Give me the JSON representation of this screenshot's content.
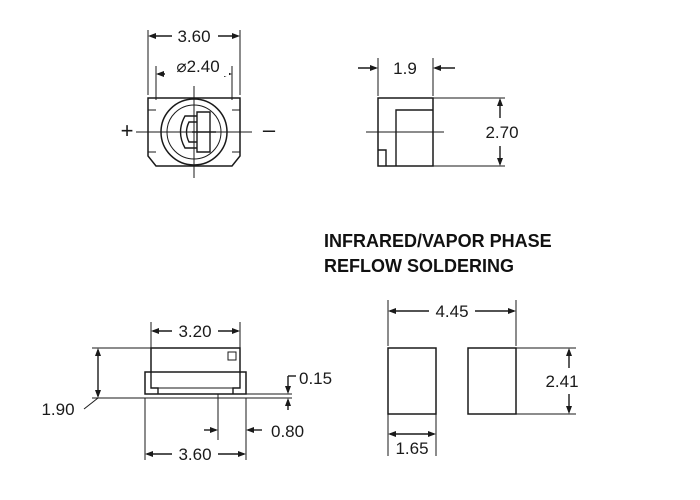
{
  "top_view": {
    "width_label": "3.60",
    "lens_diameter_label": "⌀2.40",
    "polarity_plus": "+",
    "polarity_minus": "–"
  },
  "side_view": {
    "depth_label": "1.9",
    "height_label": "2.70"
  },
  "front_view": {
    "top_width_label": "3.20",
    "height_label": "1.90",
    "lead_thickness_label": "0.15",
    "lead_length_label": "0.80",
    "bottom_width_label": "3.60"
  },
  "footprint": {
    "title_line1": "INFRARED/VAPOR PHASE",
    "title_line2": "REFLOW SOLDERING",
    "overall_width_label": "4.45",
    "pad_height_label": "2.41",
    "pad_width_label": "1.65"
  }
}
